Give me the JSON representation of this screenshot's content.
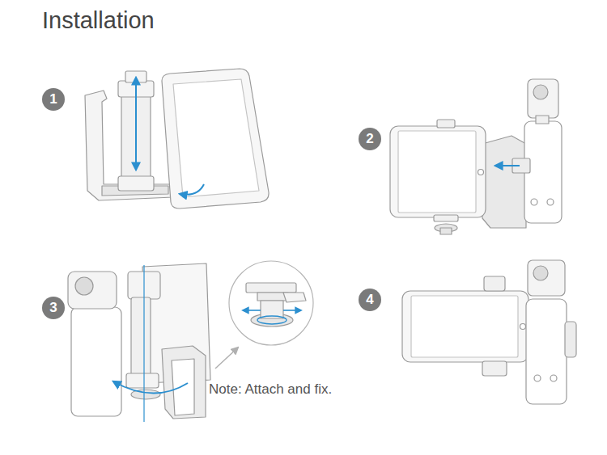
{
  "diagram": {
    "title": "Installation",
    "nodes": [
      {
        "text": [
          "1"
        ]
      },
      {
        "text": [
          "2"
        ]
      },
      {
        "text": [
          "3"
        ]
      },
      {
        "text": [
          "4"
        ]
      }
    ],
    "labels": [
      "Note: Attach and fix."
    ]
  }
}
